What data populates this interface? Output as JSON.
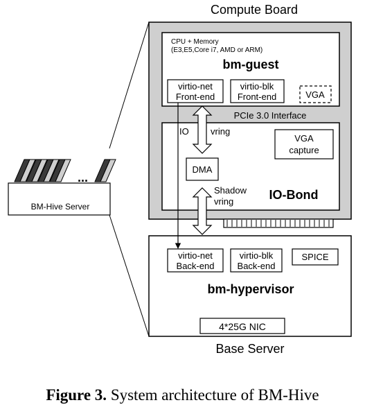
{
  "diagram": {
    "compute_board_label": "Compute Board",
    "base_server_label": "Base Server",
    "bm_hive_server_label": "BM-Hive Server",
    "bm_hive_ellipsis": "...",
    "bm_guest": {
      "cpu_line1": "CPU + Memory",
      "cpu_line2": "(E3,E5,Core i7, AMD or ARM)",
      "title": "bm-guest",
      "virtio_net": [
        "virtio-net",
        "Front-end"
      ],
      "virtio_blk": [
        "virtio-blk",
        "Front-end"
      ],
      "vga": "VGA"
    },
    "pcie_label": "PCIe 3.0 Interface",
    "io_bond": {
      "io_label": "IO",
      "vring_label": "vring",
      "dma": "DMA",
      "vga_capture": [
        "VGA",
        "capture"
      ],
      "shadow_vring": [
        "Shadow",
        "vring"
      ],
      "title": "IO-Bond"
    },
    "bm_hypervisor": {
      "virtio_net": [
        "virtio-net",
        "Back-end"
      ],
      "virtio_blk": [
        "virtio-blk",
        "Back-end"
      ],
      "spice": "SPICE",
      "title": "bm-hypervisor",
      "nic": "4*25G NIC"
    }
  },
  "caption": {
    "label": "Figure 3.",
    "text": "System architecture of BM-Hive"
  }
}
